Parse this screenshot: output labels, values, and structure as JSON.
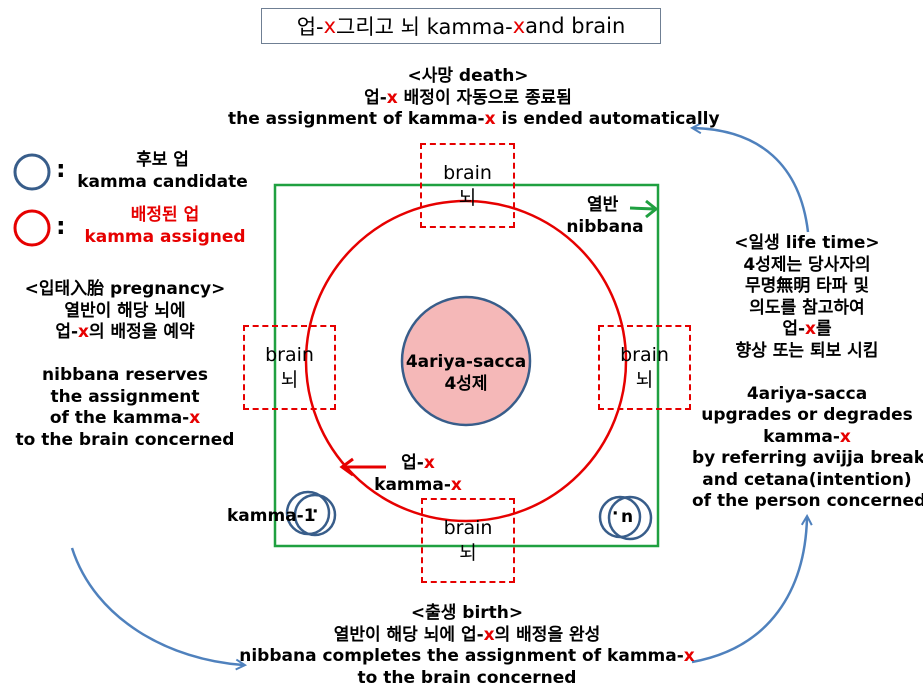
{
  "title": {
    "p1": "업-",
    "x": "x",
    "p2": " 그리고 뇌 kamma-",
    "p3": " and brain"
  },
  "death": {
    "heading": "<사망 death>",
    "kr_a": "업-",
    "kr_x": "x",
    "kr_b": " 배정이 자동으로 종료됨",
    "en_a": "the assignment of kamma-",
    "en_x": "x",
    "en_b": " is ended automatically"
  },
  "legend": {
    "candidate_kr": "후보 업",
    "candidate_en": "kamma  candidate",
    "assigned_kr": "배정된 업",
    "assigned_en": "kamma  assigned",
    "colon": ":"
  },
  "pregnancy": {
    "heading": "<입태入胎 pregnancy>",
    "kr1": "열반이 해당 뇌에",
    "kr2_a": "업-",
    "kr2_x": "x",
    "kr2_b": "의 배정을 예약",
    "en1": "nibbana reserves",
    "en2": "the assignment",
    "en3_a": "of the kamma-",
    "en3_x": "x",
    "en4": "to the brain concerned"
  },
  "lifetime": {
    "heading": "<일생 life time>",
    "kr1": "4성제는 당사자의",
    "kr2": "무명無明 타파 및",
    "kr3": "의도를 참고하여",
    "kr4_a": "업-",
    "kr4_x": "x",
    "kr4_b": "를",
    "kr5": "향상 또는 퇴보 시킴",
    "en1": "4ariya-sacca",
    "en2": "upgrades or degrades",
    "en3_a": "kamma-",
    "en3_x": "x",
    "en4": "by referring avijja break",
    "en5": "and cetana(intention)",
    "en6": "of the person concerned"
  },
  "birth": {
    "heading": "<출생 birth>",
    "kr_a": "열반이 해당 뇌에 업-",
    "kr_x": "x",
    "kr_b": "의 배정을 완성",
    "en_a": "nibbana completes the assignment of kamma-",
    "en_x": "x",
    "en2": "to the brain concerned"
  },
  "center": {
    "en": "4ariya-sacca",
    "kr": "4성제"
  },
  "nibbana": {
    "kr": "열반",
    "en": "nibbana"
  },
  "kamma_x_label": {
    "kr_a": "업-",
    "kr_x": "x",
    "en_a": "kamma-",
    "en_x": "x"
  },
  "brain": {
    "en": "brain",
    "kr": "뇌"
  },
  "kamma1": {
    "label": "kamma-1",
    "dot": "·"
  },
  "kamman": {
    "dot": "·",
    "label": "n"
  },
  "colors": {
    "candidate_circle": "#385d8a",
    "assigned_circle": "#e60000",
    "nibbana_square": "#1fa040",
    "center_fill": "#f5b8b8",
    "arrow_blue": "#4f81bd"
  }
}
